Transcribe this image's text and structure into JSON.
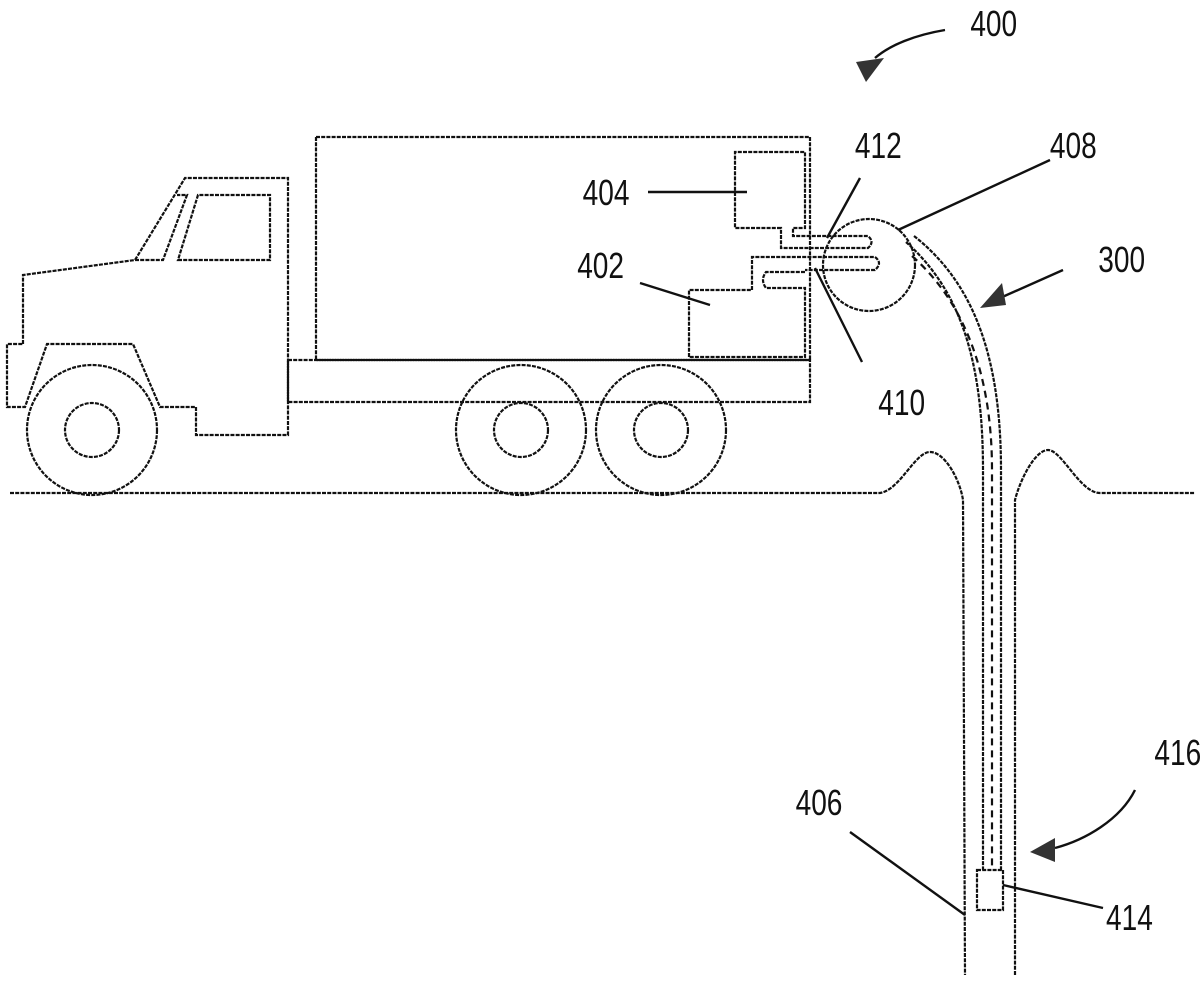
{
  "figure": {
    "labels": {
      "system": "400",
      "pump": "402",
      "controller": "404",
      "wellbore": "406",
      "reel": "408",
      "connector_a": "410",
      "connector_b": "412",
      "tool": "414",
      "bha": "416",
      "tubing": "300"
    }
  }
}
